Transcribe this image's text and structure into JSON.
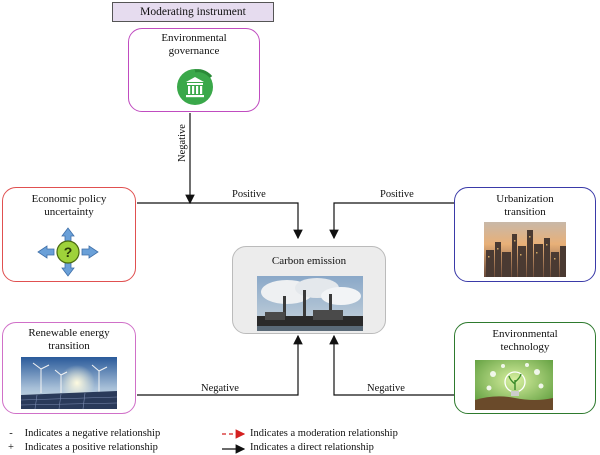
{
  "header": {
    "title": "Moderating instrument"
  },
  "nodes": {
    "governance": {
      "title_line1": "Environmental",
      "title_line2": "governance",
      "icon": "government-building-icon"
    },
    "epu": {
      "title_line1": "Economic policy",
      "title_line2": "uncertainty",
      "icon": "question-icon"
    },
    "urbanization": {
      "title_line1": "Urbanization",
      "title_line2": "transition",
      "icon": "city-photo"
    },
    "carbon": {
      "title_line1": "Carbon emission",
      "title_line2": "",
      "icon": "factory-photo"
    },
    "renewable": {
      "title_line1": "Renewable energy",
      "title_line2": "transition",
      "icon": "solar-wind-photo"
    },
    "technology": {
      "title_line1": "Environmental",
      "title_line2": "technology",
      "icon": "lightbulb-plant-photo"
    }
  },
  "edges": {
    "governance_label": "Negative",
    "epu_label": "Positive",
    "urbanization_label": "Positive",
    "renewable_label": "Negative",
    "technology_label": "Negative"
  },
  "legend": {
    "neg_symbol": "-",
    "neg_text": "Indicates a negative relationship",
    "pos_symbol": "+",
    "pos_text": "Indicates a positive relationship",
    "mod_text": "Indicates a moderation relationship",
    "direct_text": "Indicates a direct relationship"
  },
  "colors": {
    "governance_border": "#c04cc0",
    "epu_border": "#e05050",
    "urbanization_border": "#3a3aa8",
    "carbon_border": "#bbbbbb",
    "renewable_border": "#d070c8",
    "technology_border": "#2e7a2e",
    "moderation_arrow": "#d42020"
  }
}
